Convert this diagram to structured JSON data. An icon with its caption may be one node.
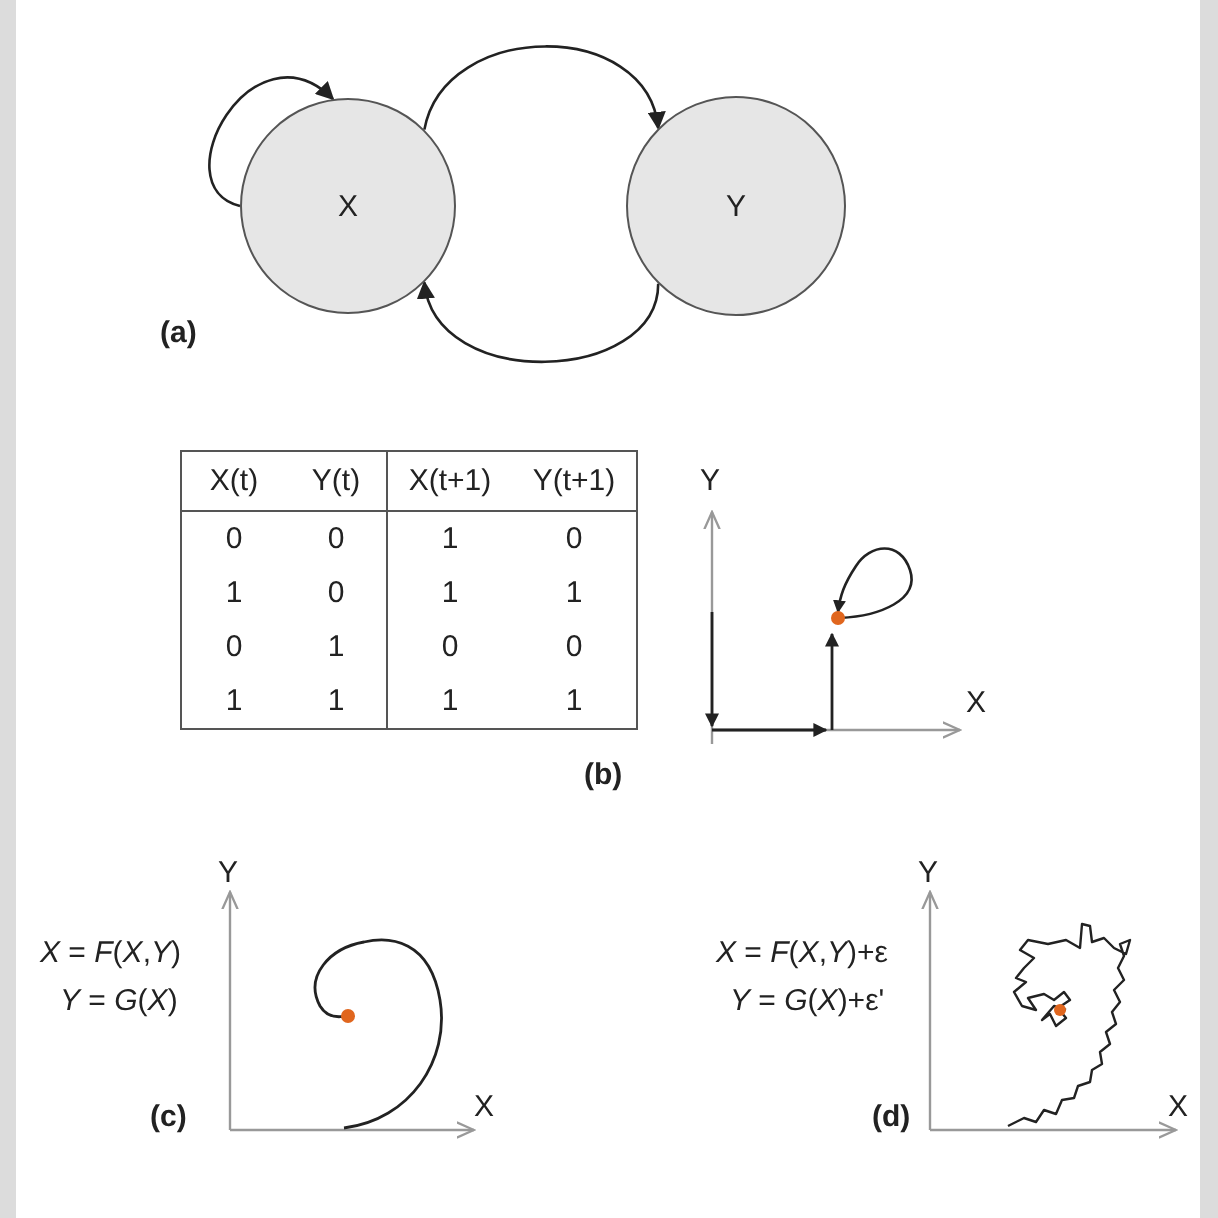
{
  "diagram": {
    "nodes": [
      {
        "text": [
          "X"
        ]
      },
      {
        "text": [
          "Y"
        ]
      }
    ],
    "edges": [
      {
        "from": 0,
        "to": 0,
        "arrow": "to"
      },
      {
        "from": 0,
        "to": 1,
        "arrow": "to"
      },
      {
        "from": 1,
        "to": 0,
        "arrow": "to"
      }
    ],
    "labels": [
      "(a)",
      "X(t)",
      "Y(t)",
      "X(t+1)",
      "Y(t+1)",
      "0",
      "0",
      "1",
      "0",
      "1",
      "0",
      "1",
      "1",
      "0",
      "1",
      "0",
      "0",
      "1",
      "1",
      "1",
      "1",
      "Y",
      "X",
      "(b)",
      "Y",
      "*X* = *F*(*X*,*Y*)",
      "*Y* = *G*(*X*)",
      "(c)",
      "X",
      "Y",
      "*X* = *F*(*X*,*Y*)+ε",
      "*Y* = *G*(*X*)+ε'",
      "(d)",
      "X"
    ]
  }
}
